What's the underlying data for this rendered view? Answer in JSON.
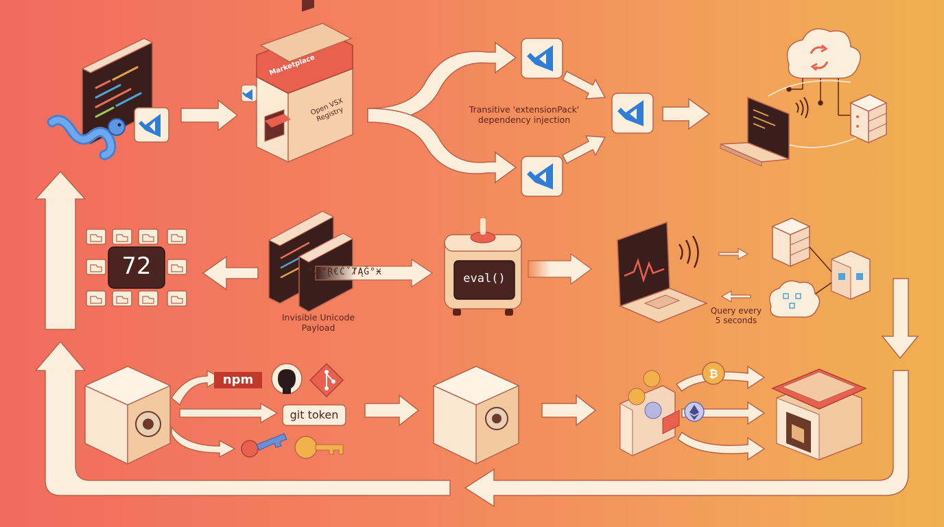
{
  "labels": {
    "marketplace": "Marketplace",
    "registry_line1": "Open VSX",
    "registry_line2": "Registry",
    "transitive_line1": "Transitive 'extensionPack'",
    "transitive_line2": "dependency injection",
    "count": "72",
    "payload_glyphs": "'𝈱\"Ɽ€ĆˇȾĄĜ°Ӿ",
    "payload_line1": "Invisible Unicode",
    "payload_line2": "Payload",
    "eval": "eval()",
    "query_line1": "Query every",
    "query_line2": "5 seconds",
    "npm": "npm",
    "git_token": "git token"
  },
  "colors": {
    "arrow": "#fbefdc",
    "arrow_outline": "#b9634c",
    "dark_panel": "#4a2420",
    "vscode_blue": "#2f7ed3",
    "worm": "#5b9bea"
  },
  "icons": [
    "code-editor-icon",
    "worm-icon",
    "vscode-icon",
    "marketplace-store-icon",
    "cloud-sync-icon",
    "laptop-icon",
    "server-icon",
    "folder-icon",
    "eval-machine-icon",
    "heartbeat-laptop-icon",
    "wifi-icon",
    "network-node-icon",
    "safe-icon",
    "npm-icon",
    "github-icon",
    "git-icon",
    "key-icon",
    "wallet-icon",
    "bitcoin-icon",
    "ethereum-icon",
    "warehouse-icon"
  ]
}
